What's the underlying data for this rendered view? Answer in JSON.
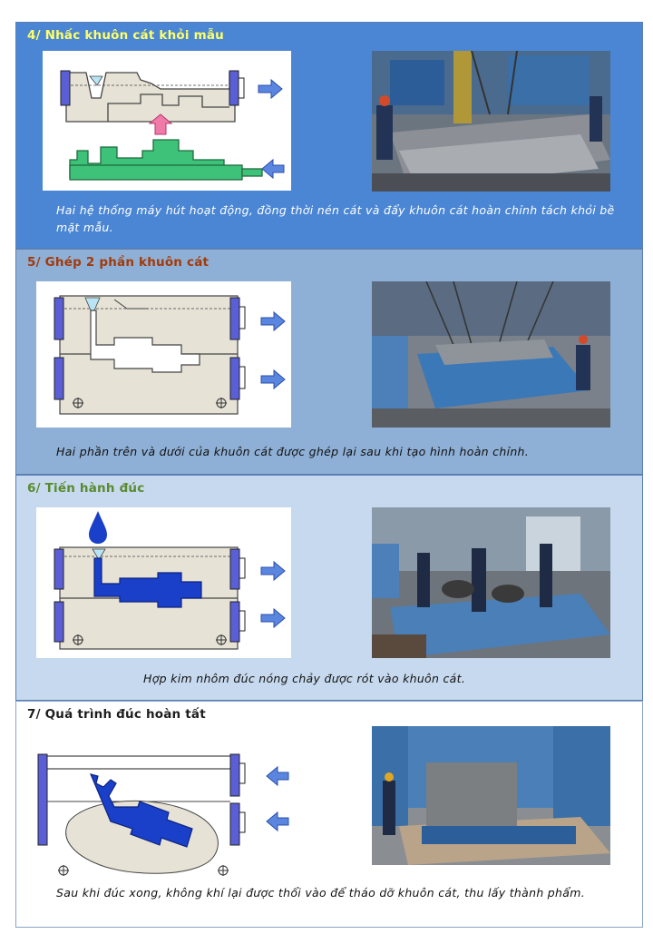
{
  "sections": [
    {
      "title": "4/ Nhấc khuôn cát khỏi mẫu",
      "caption": "Hai hệ thống máy hút hoạt động, đồng thời nén cát và đẩy khuôn cát hoàn chỉnh tách khỏi bề mặt mẫu."
    },
    {
      "title": "5/ Ghép 2 phần khuôn cát",
      "caption": "Hai phần trên và dưới của khuôn cát được ghép lại sau khi tạo hình hoàn chỉnh."
    },
    {
      "title": "6/ Tiến hành đúc",
      "caption": "Hợp kim nhôm đúc nóng chảy được rót vào khuôn cát."
    },
    {
      "title": "7/ Quá trình đúc hoàn tất",
      "caption": "Sau khi đúc xong, không khí lại được thổi vào để tháo dỡ khuôn cát, thu lấy thành phẩm."
    }
  ],
  "colors": {
    "section4_bg": "#4a86d4",
    "section5_bg": "#8fb0d6",
    "section6_bg": "#c6d9ee",
    "section7_bg": "#ffffff",
    "sand": "#e6e2d6",
    "flask": "#5b5fd6",
    "pattern_green": "#3ec27a",
    "arrow_blue": "#5b86e0",
    "arrow_pink": "#f07aa8",
    "metal_blue": "#1a3fc8"
  }
}
